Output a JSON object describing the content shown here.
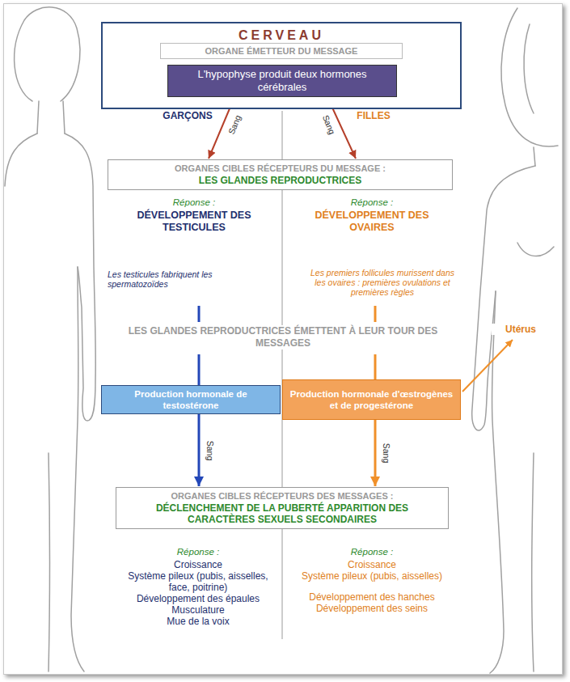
{
  "diagram": {
    "nodes": [
      {
        "text": [
          "CERVEAU"
        ]
      },
      {
        "text": [
          "ORGANE ÉMETTEUR DU MESSAGE"
        ],
        "in": 0
      },
      {
        "text": [
          "L'hypophyse produit deux hormones cérébrales"
        ],
        "in": 0
      },
      {
        "text": [
          "ORGANES CIBLES RÉCEPTEURS DU MESSAGE :",
          "LES GLANDES REPRODUCTRICES"
        ]
      },
      {
        "text": [
          "Production hormonale de testostérone"
        ]
      },
      {
        "text": [
          "Production hormonale d'œstrogènes et de progestérone"
        ]
      },
      {
        "text": [
          "ORGANES CIBLES RÉCEPTEURS DES MESSAGES :",
          "DÉCLENCHEMENT DE LA PUBERTÉ APPARITION DES CARACTÈRES SEXUELS SECONDAIRES"
        ]
      }
    ],
    "edges": [
      {
        "from": 2,
        "to": 3,
        "arrow": "to",
        "label": "Sang"
      },
      {
        "from": 2,
        "to": 3,
        "arrow": "to",
        "label": "Sang"
      },
      {
        "from": 4,
        "to": 6,
        "arrow": "to",
        "label": "Sang"
      },
      {
        "from": 5,
        "to": 6,
        "arrow": "to",
        "label": "Sang"
      }
    ],
    "labels": [
      "GARÇONS",
      "FILLES",
      "Réponse :",
      "DÉVELOPPEMENT DES TESTICULES",
      "Réponse :",
      "DÉVELOPPEMENT DES OVAIRES",
      "Les testicules fabriquent les spermatozoïdes",
      "Les premiers follicules murissent dans les ovaires : premières ovulations et premières règles",
      "LES GLANDES REPRODUCTRICES ÉMETTENT À LEUR TOUR DES MESSAGES",
      "Utérus",
      "Réponse :",
      "Croissance",
      "Système pileux (pubis, aisselles, face, poitrine)",
      "Développement des épaules",
      "Musculature",
      "Mue de la voix",
      "Réponse :",
      "Croissance",
      "Système pileux (pubis, aisselles)",
      "Développement des hanches",
      "Développement des seins"
    ]
  }
}
